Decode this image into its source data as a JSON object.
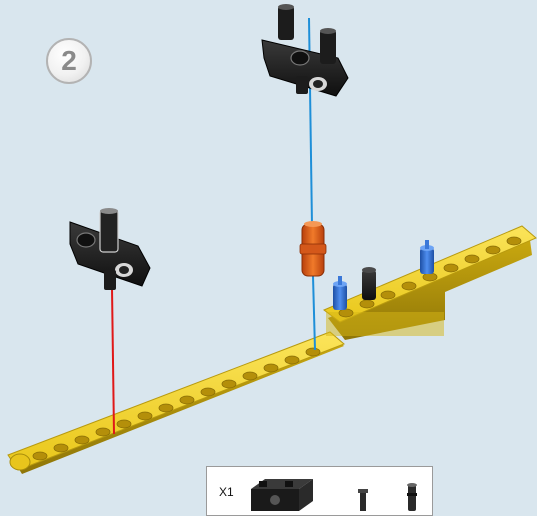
{
  "step": {
    "number": "2"
  },
  "parts_callout": {
    "quantity": "X1"
  },
  "colors": {
    "background": "#d9e6ee",
    "beam": "#f2d21e",
    "connector": "#1a1a1a",
    "axle_pin": "#e0621f",
    "blue_pin": "#2f6fd0",
    "guide_red": "#e01818",
    "guide_blue": "#1e8fd8"
  },
  "icons": [
    "step-number-badge",
    "yellow-beam",
    "black-cross-block",
    "orange-axle-pin",
    "blue-friction-pin",
    "black-pin",
    "guide-line"
  ]
}
